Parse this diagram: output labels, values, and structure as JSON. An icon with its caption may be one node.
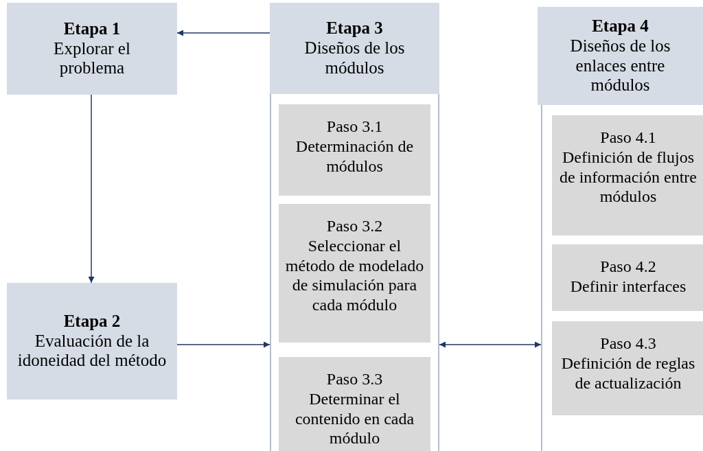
{
  "diagram": {
    "nodes": [
      {
        "text": [
          "Etapa 1",
          "Explorar el problema"
        ]
      },
      {
        "text": [
          "Etapa 3",
          "Diseños de los módulos"
        ]
      },
      {
        "text": [],
        "shape": "box"
      },
      {
        "text": [
          "Paso 3.1",
          "Determinación de módulos"
        ],
        "in": 2
      },
      {
        "text": [
          "Paso 3.2",
          "Seleccionar el método de modelado de simulación para cada módulo"
        ],
        "in": 2
      },
      {
        "text": [
          "Paso 3.3",
          "Determinar el contenido en cada módulo"
        ],
        "in": 2
      },
      {
        "text": [
          "Etapa 4",
          "Diseños de los enlaces entre módulos"
        ]
      },
      {
        "text": [],
        "shape": "box"
      },
      {
        "text": [
          "Paso 4.1",
          "Definición de flujos de información entre módulos"
        ],
        "in": 7
      },
      {
        "text": [
          "Paso 4.2",
          "Definir interfaces"
        ],
        "in": 7
      },
      {
        "text": [
          "Paso 4.3",
          "Definición de reglas de actualización"
        ],
        "in": 7
      },
      {
        "text": [
          "Etapa 2",
          "Evaluación de la idoneidad del método"
        ]
      }
    ],
    "edges": [
      {
        "from": 1,
        "to": 0,
        "arrow": "to"
      },
      {
        "from": 0,
        "to": 11,
        "arrow": "to"
      },
      {
        "from": 11,
        "to": 2,
        "arrow": "to"
      },
      {
        "from": 2,
        "to": 7,
        "arrow": "both"
      }
    ]
  }
}
